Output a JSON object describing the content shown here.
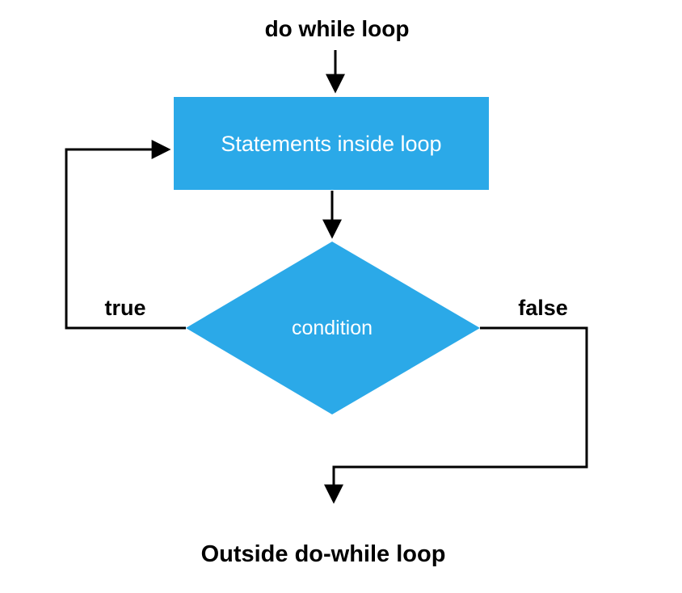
{
  "colors": {
    "shape_fill": "#2BA9E8",
    "shape_text": "#FFFFFF",
    "line": "#000000",
    "label_text": "#000000",
    "background": "#FFFFFF"
  },
  "flowchart": {
    "title": "do while loop",
    "process": "Statements inside loop",
    "decision": "condition",
    "true_label": "true",
    "false_label": "false",
    "exit": "Outside do-while loop"
  }
}
